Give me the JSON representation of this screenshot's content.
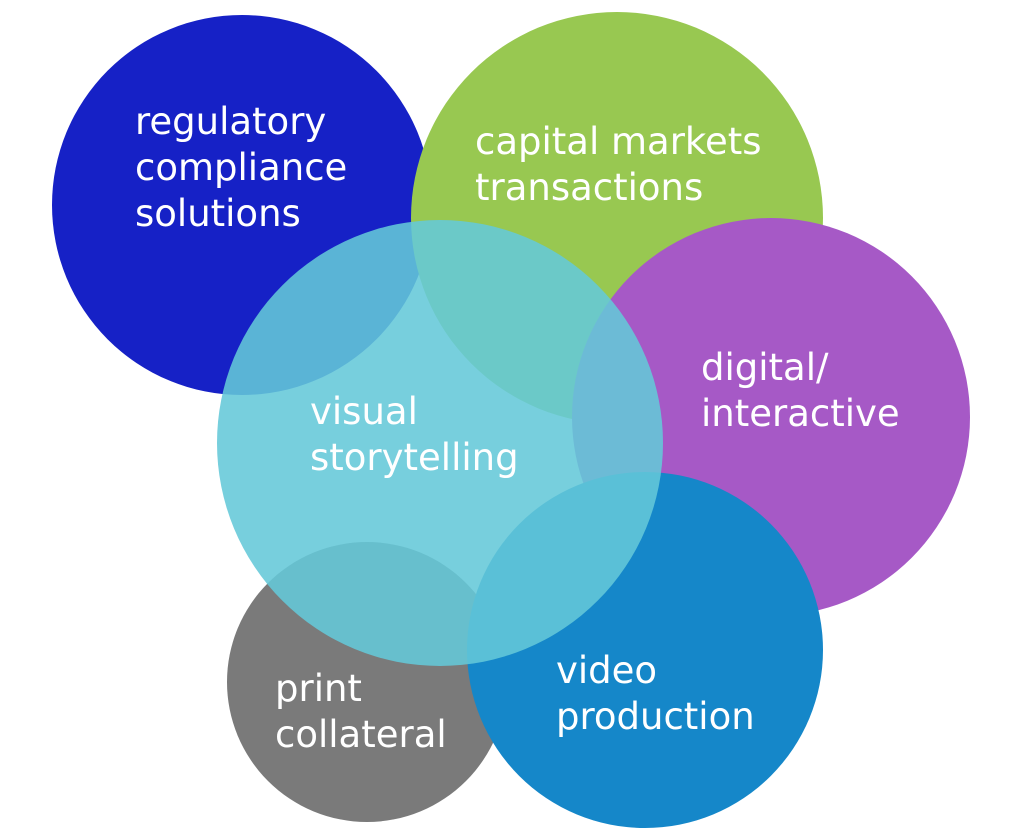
{
  "bubbles": {
    "regulatory": {
      "color": "#1621C6",
      "lines": [
        "regulatory",
        "compliance",
        "solutions"
      ]
    },
    "capital": {
      "color": "#98C851",
      "lines": [
        "capital markets",
        "transactions"
      ]
    },
    "digital": {
      "color": "#A659C6",
      "lines": [
        "digital/",
        "interactive"
      ]
    },
    "video": {
      "color": "#1587C9",
      "lines": [
        "video",
        "production"
      ]
    },
    "print": {
      "color": "#7A7A7A",
      "lines": [
        "print",
        "collateral"
      ]
    },
    "visual": {
      "color": "#64C8D8",
      "lines": [
        "visual",
        "storytelling"
      ]
    }
  }
}
